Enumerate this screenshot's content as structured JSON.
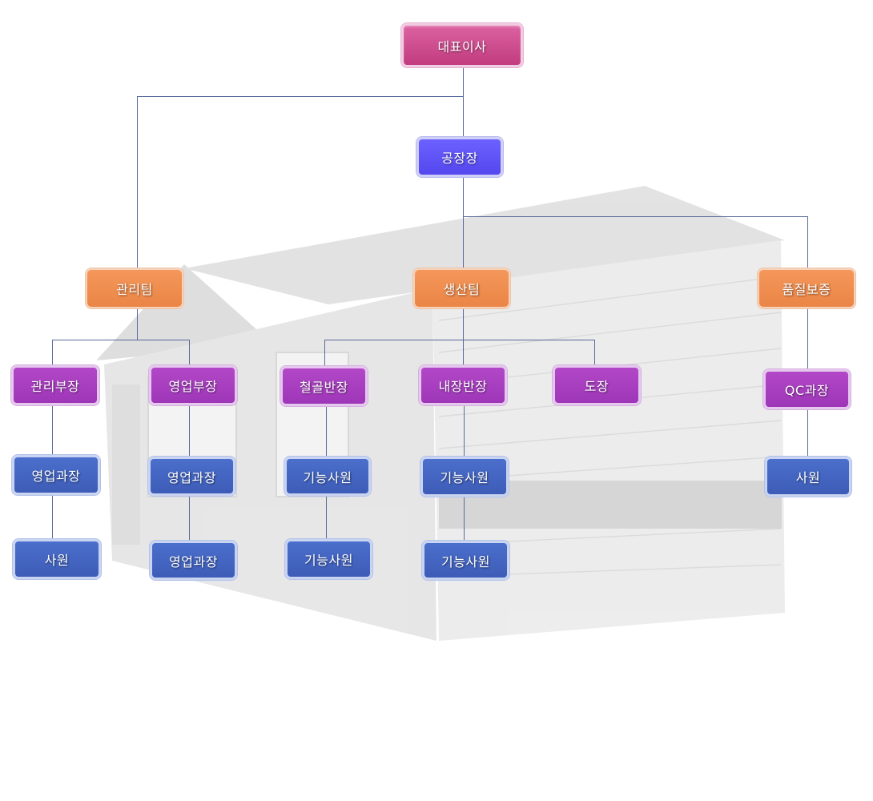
{
  "org": {
    "ceo": "대표이사",
    "plant_manager": "공장장",
    "teams": {
      "admin": "관리팀",
      "production": "생산팀",
      "quality": "품질보증"
    },
    "admin_team": {
      "admin_head": "관리부장",
      "sales_head": "영업부장",
      "admin_col": [
        "영업과장",
        "사원"
      ],
      "sales_col": [
        "영업과장",
        "영업과장"
      ]
    },
    "production_team": {
      "steel": "철골반장",
      "interior": "내장반장",
      "paint": "도장",
      "steel_col": [
        "기능사원",
        "기능사원"
      ],
      "interior_col": [
        "기능사원",
        "기능사원"
      ]
    },
    "quality_team": {
      "qc": "QC과장",
      "staff": "사원"
    }
  },
  "colors": {
    "ceo": "#c94a8c",
    "manager": "#6258f7",
    "team": "#ee8a4c",
    "sub": "#a83dbf",
    "staff": "#4565c1",
    "line": "#5a6a9a"
  }
}
